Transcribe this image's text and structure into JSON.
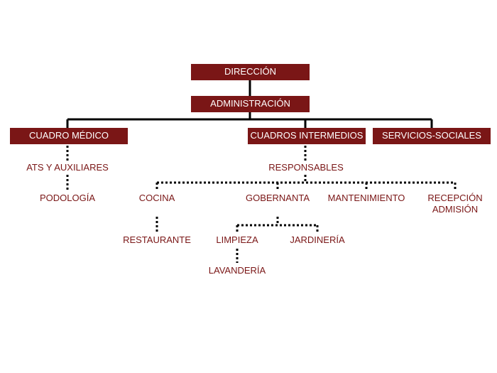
{
  "colors": {
    "box_fill": "#7a1616",
    "box_text": "#ffffff",
    "label_text": "#7a1616",
    "connector": "#000000"
  },
  "org": {
    "direccion": "DIRECCIÓN",
    "administracion": "ADMINISTRACIÓN",
    "cuadro_medico": "CUADRO MÉDICO",
    "cuadros_intermedios": "CUADROS INTERMEDIOS",
    "servicios_sociales": "SERVICIOS-SOCIALES",
    "ats_auxiliares": "ATS Y AUXILIARES",
    "podologia": "PODOLOGÍA",
    "responsables": "RESPONSABLES",
    "cocina": "COCINA",
    "gobernanta": "GOBERNANTA",
    "mantenimiento": "MANTENIMIENTO",
    "recepcion_line1": "RECEPCIÓN",
    "recepcion_line2": "ADMISIÓN",
    "restaurante": "RESTAURANTE",
    "limpieza": "LIMPIEZA",
    "jardineria": "JARDINERÍA",
    "lavanderia": "LAVANDERÍA"
  }
}
